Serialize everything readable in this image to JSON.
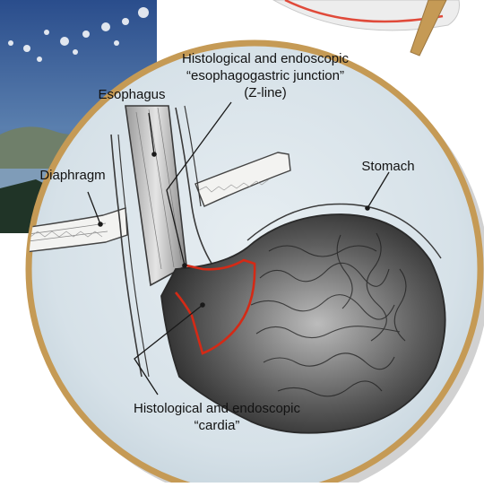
{
  "labels": {
    "z_line": {
      "line1": "Histological and endoscopic",
      "line2": "“esophagogastric junction”",
      "line3": "(Z-line)"
    },
    "esophagus": "Esophagus",
    "diaphragm": "Diaphragm",
    "stomach": "Stomach",
    "cardia": {
      "line1": "Histological and endoscopic",
      "line2": "“cardia”"
    }
  },
  "colors": {
    "lens_fill": "#d8e3ea",
    "lens_rim": "#c59a55",
    "cardia_outline": "#d42a16",
    "background_sky": "#2c4f8e",
    "ink": "#1a1a1a"
  },
  "icons": {
    "magnifier": "magnifier-icon"
  }
}
